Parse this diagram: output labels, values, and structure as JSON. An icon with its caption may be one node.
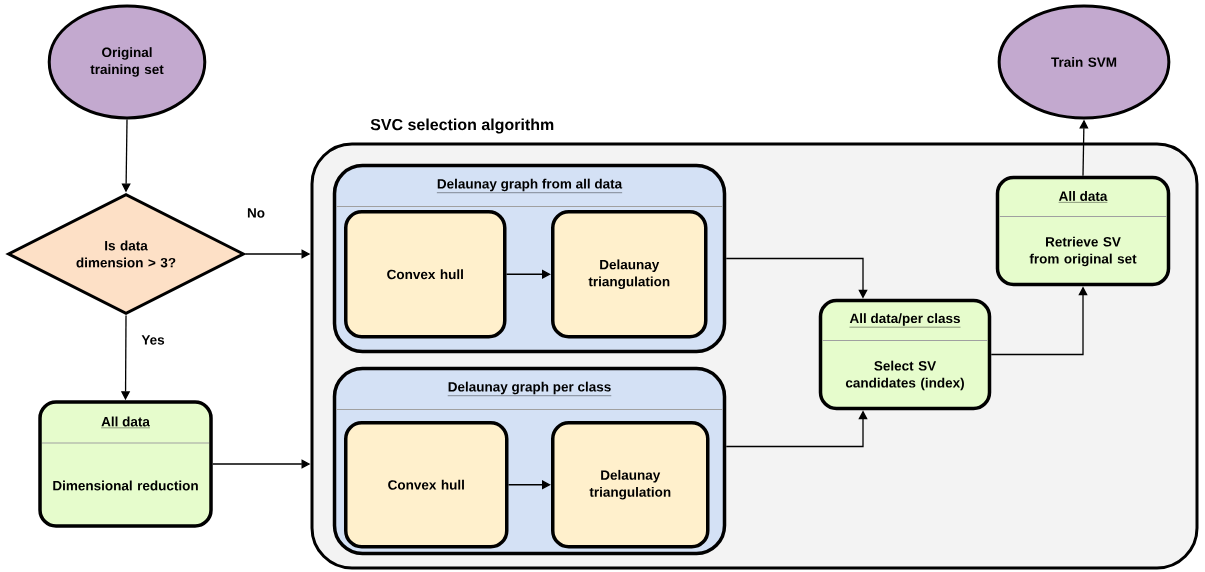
{
  "diagram": {
    "nodes": [
      {
        "text": [
          "Original training set"
        ]
      },
      {
        "text": [
          "Is data dimension > 3?"
        ]
      },
      {
        "text": [
          "All data",
          "Dimensional reduction"
        ]
      },
      {
        "text": [
          "SVC selection algorithm"
        ]
      },
      {
        "text": [
          "Delaunay graph from all data"
        ],
        "in": 3
      },
      {
        "text": [
          "Convex hull"
        ],
        "in": 4
      },
      {
        "text": [
          "Delaunay triangulation"
        ],
        "in": 4
      },
      {
        "text": [
          "Delaunay graph per class"
        ],
        "in": 3
      },
      {
        "text": [
          "Convex hull"
        ],
        "in": 7
      },
      {
        "text": [
          "Delaunay triangulation"
        ],
        "in": 7
      },
      {
        "text": [
          "All data/per class",
          "Select SV candidates (index)"
        ],
        "in": 3
      },
      {
        "text": [
          "All data",
          "Retrieve SV from original set"
        ],
        "in": 3
      },
      {
        "text": [
          "Train SVM"
        ]
      }
    ],
    "edges": [
      {
        "from": 0,
        "to": 1,
        "arrow": "to"
      },
      {
        "from": 1,
        "to": 3,
        "arrow": "to",
        "label": "No"
      },
      {
        "from": 1,
        "to": 2,
        "arrow": "to",
        "label": "Yes"
      },
      {
        "from": 2,
        "to": 3,
        "arrow": "to"
      },
      {
        "from": 5,
        "to": 6,
        "arrow": "to"
      },
      {
        "from": 8,
        "to": 9,
        "arrow": "to"
      },
      {
        "from": 4,
        "to": 10,
        "arrow": "to"
      },
      {
        "from": 7,
        "to": 10,
        "arrow": "to"
      },
      {
        "from": 10,
        "to": 11,
        "arrow": "to"
      },
      {
        "from": 11,
        "to": 12,
        "arrow": "to"
      }
    ]
  }
}
